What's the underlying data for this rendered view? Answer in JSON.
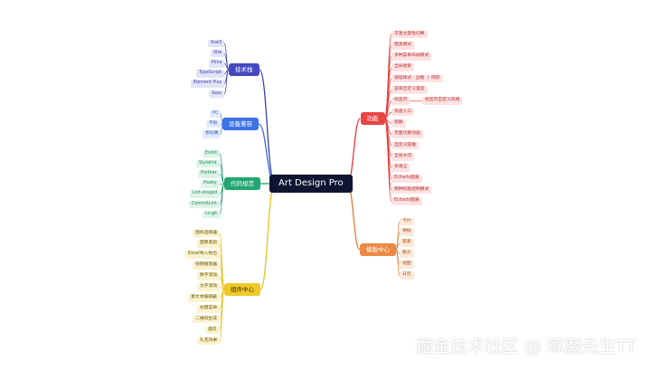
{
  "root": {
    "label": "Art Design Pro"
  },
  "branches": [
    {
      "id": "tech",
      "label": "技术栈",
      "side": "left",
      "color": "#3b3fb0",
      "fill": "#4448c0",
      "text": "#ffffff",
      "leaf_fill": "#e3e4f7",
      "leaf_text": "#3b3fb0",
      "children": [
        "Vue3",
        "Vite",
        "Pinia",
        "TypeScript",
        "Element Plus",
        "Sass"
      ]
    },
    {
      "id": "device",
      "label": "设备兼容",
      "side": "left",
      "color": "#3a6fe0",
      "fill": "#3d73e6",
      "text": "#ffffff",
      "leaf_fill": "#e2ebfc",
      "leaf_text": "#2f5fc4",
      "children": [
        "PC",
        "平板",
        "移动端"
      ]
    },
    {
      "id": "lint",
      "label": "代码规范",
      "side": "left",
      "color": "#1f9e6b",
      "fill": "#20a671",
      "text": "#ffffff",
      "leaf_fill": "#ddf3e8",
      "leaf_text": "#1b8a5d",
      "children": [
        "Eslint",
        "Stylelint",
        "Prettier",
        "Husky",
        "Lint-staged",
        "CommitLint",
        "cz-git"
      ]
    },
    {
      "id": "comp",
      "label": "组件中心",
      "side": "left",
      "color": "#e6c01f",
      "fill": "#efc92a",
      "text": "#3a3000",
      "leaf_fill": "#fbf2cf",
      "leaf_text": "#6b5800",
      "children": [
        "图标选择器",
        "图像裁剪",
        "Excel导入导出",
        "视频播放器",
        "数字滚动",
        "文字滚动",
        "富文本编辑器",
        "右键菜单",
        "二维码生成",
        "烟花",
        "礼花效果"
      ]
    },
    {
      "id": "feature",
      "label": "功能",
      "side": "right",
      "color": "#e63a3a",
      "fill": "#e84545",
      "text": "#ffffff",
      "leaf_fill": "#fde2e2",
      "leaf_text": "#b83030",
      "children": [
        "丰富主题色切换",
        "暗黑模式",
        "多种菜单布局模式",
        "全局搜索",
        "按钮样式 · 边框 丨 阴影",
        "菜单自定义宽度",
        "标签页",
        "快速入口",
        "锁屏",
        "页面切换动画",
        "自定义圆角",
        "全局水印",
        "多语言",
        "Echarts图表",
        "两种权限控制模式",
        "Echarts图表"
      ],
      "sub": {
        "parent_index": 6,
        "label": "标签页自定义风格"
      }
    },
    {
      "id": "template",
      "label": "模版中心",
      "side": "right",
      "color": "#e07b32",
      "fill": "#ea8a45",
      "text": "#ffffff",
      "leaf_fill": "#fde9da",
      "leaf_text": "#a5581f",
      "children": [
        "卡片",
        "横幅",
        "图表",
        "聊天",
        "地图",
        "日历"
      ]
    }
  ],
  "watermark": "掘金技术社区 @ 琢磨先生TT"
}
